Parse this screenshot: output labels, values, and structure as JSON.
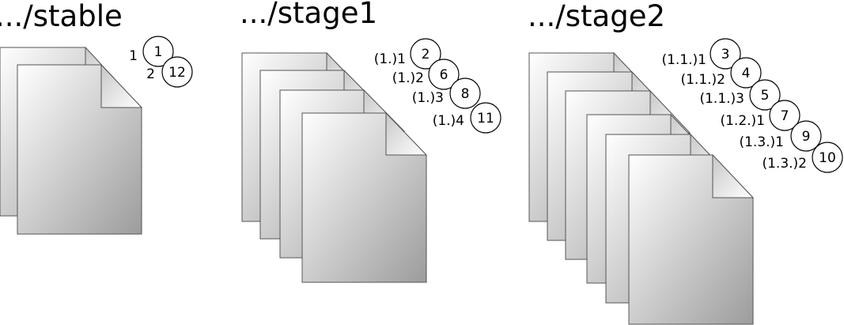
{
  "groups": [
    {
      "title": ".../stable",
      "docs": 2,
      "items": [
        {
          "label": "1",
          "order": "1"
        },
        {
          "label": "2",
          "order": "12"
        }
      ]
    },
    {
      "title": ".../stage1",
      "docs": 4,
      "items": [
        {
          "label": "(1.)1",
          "order": "2"
        },
        {
          "label": "(1.)2",
          "order": "6"
        },
        {
          "label": "(1.)3",
          "order": "8"
        },
        {
          "label": "(1.)4",
          "order": "11"
        }
      ]
    },
    {
      "title": ".../stage2",
      "docs": 6,
      "items": [
        {
          "label": "(1.1.)1",
          "order": "3"
        },
        {
          "label": "(1.1.)2",
          "order": "4"
        },
        {
          "label": "(1.1.)3",
          "order": "5"
        },
        {
          "label": "(1.2.)1",
          "order": "7"
        },
        {
          "label": "(1.3.)1",
          "order": "9"
        },
        {
          "label": "(1.3.)2",
          "order": "10"
        }
      ]
    }
  ]
}
